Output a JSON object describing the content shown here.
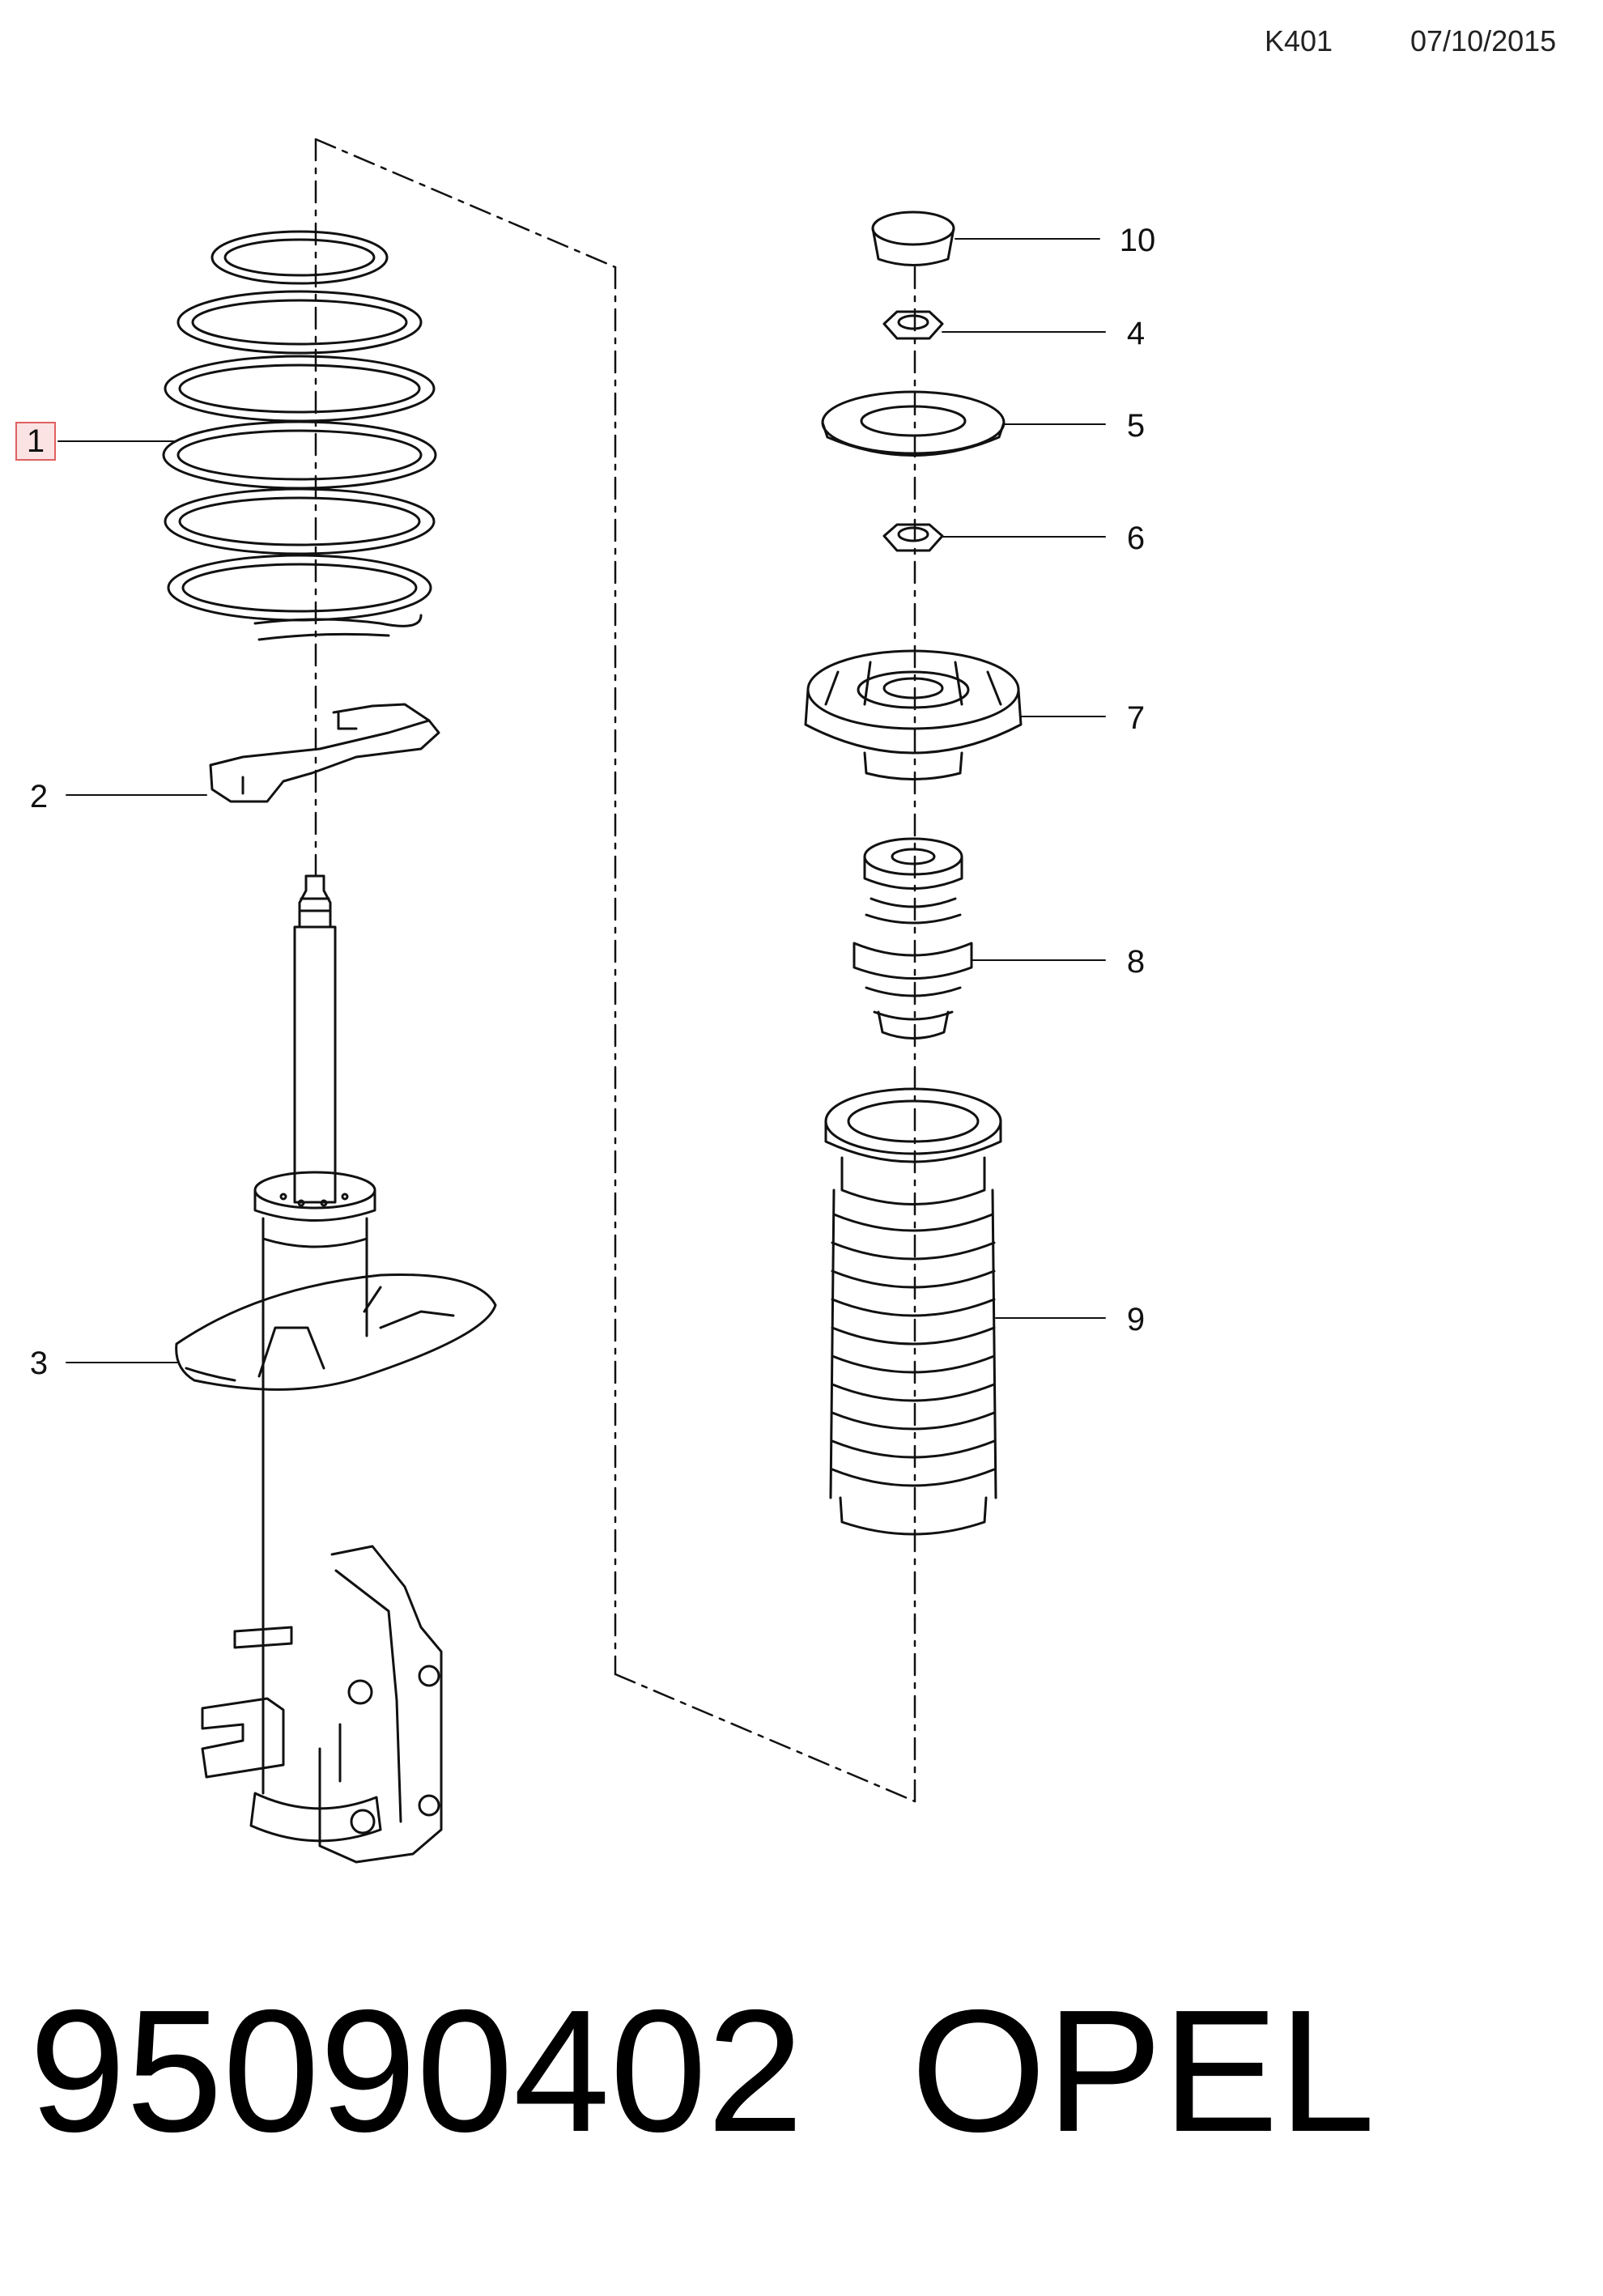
{
  "header": {
    "code": "K401",
    "date": "07/10/2015"
  },
  "callouts": [
    {
      "id": "1",
      "label": "1",
      "highlight": true
    },
    {
      "id": "2",
      "label": "2"
    },
    {
      "id": "3",
      "label": "3"
    },
    {
      "id": "4",
      "label": "4"
    },
    {
      "id": "5",
      "label": "5"
    },
    {
      "id": "6",
      "label": "6"
    },
    {
      "id": "7",
      "label": "7"
    },
    {
      "id": "8",
      "label": "8"
    },
    {
      "id": "9",
      "label": "9"
    },
    {
      "id": "10",
      "label": "10"
    }
  ],
  "footer": {
    "part_number": "95090402",
    "brand": "OPEL"
  },
  "colors": {
    "line": "#111111",
    "highlight_stroke": "#e06060",
    "highlight_fill": "#fbe3e3",
    "background": "#ffffff"
  }
}
